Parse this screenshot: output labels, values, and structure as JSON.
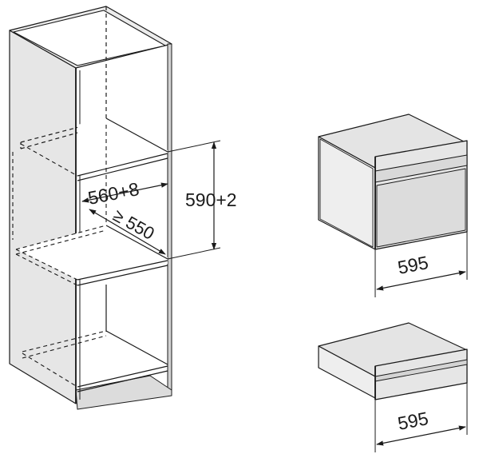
{
  "dimensions": {
    "cabinet_width": "560+8",
    "cabinet_depth": "≥ 550",
    "cabinet_height": "590+2",
    "oven_width": "595",
    "drawer_width": "595"
  },
  "colors": {
    "line": "#1a1a1a",
    "light_fill": "#ececec",
    "mid_fill": "#dedede",
    "dark_fill": "#cfcfcf"
  }
}
